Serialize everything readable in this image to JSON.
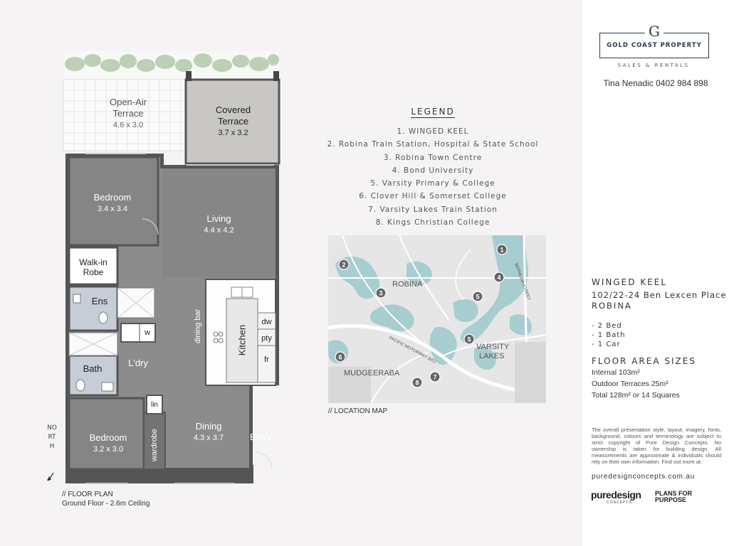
{
  "plan": {
    "rooms": {
      "open_air_terrace": {
        "name": "Open-Air\nTerrace",
        "dim": "4.6 x 3.0"
      },
      "covered_terrace": {
        "name": "Covered\nTerrace",
        "dim": "3.7 x 3.2"
      },
      "bedroom1": {
        "name": "Bedroom",
        "dim": "3.4 x 3.4"
      },
      "living": {
        "name": "Living",
        "dim": "4.4 x 4.2"
      },
      "walkin": {
        "name": "Walk-in\nRobe"
      },
      "ens": {
        "name": "Ens"
      },
      "dining_bar": {
        "name": "dining bar"
      },
      "kitchen": {
        "name": "Kitchen"
      },
      "dw": {
        "name": "dw"
      },
      "pty": {
        "name": "pty"
      },
      "fr": {
        "name": "fr"
      },
      "w": {
        "name": "w"
      },
      "bath": {
        "name": "Bath"
      },
      "ldry": {
        "name": "L'dry"
      },
      "lin": {
        "name": "lin"
      },
      "bedroom2": {
        "name": "Bedroom",
        "dim": "3.2 x 3.0"
      },
      "wardrobe": {
        "name": "wardrobe"
      },
      "dining": {
        "name": "Dining",
        "dim": "4.3 x 3.7"
      },
      "entry": {
        "name": "Entry"
      }
    },
    "north": "NORTH",
    "caption_title": "// FLOOR PLAN",
    "caption_sub": "Ground Floor - 2.6m Ceiling"
  },
  "legend": {
    "title": "LEGEND",
    "items": [
      "1. WINGED KEEL",
      "2. Robina Train Station, Hospital & State School",
      "3. Robina Town Centre",
      "4. Bond University",
      "5. Varsity Primary & College",
      "6. Clover Hill & Somerset College",
      "7. Varsity Lakes Train Station",
      "8. Kings Christian College"
    ]
  },
  "map": {
    "caption": "// LOCATION MAP",
    "labels": {
      "robina": "ROBINA",
      "varsity": "VARSITY\nLAKES",
      "mudgeeraba": "MUDGEERABA",
      "street": "BERMUDA STREET",
      "motorway": "PACIFIC MOTORWAY (M1)"
    },
    "markers": [
      "1",
      "2",
      "3",
      "4",
      "5",
      "5",
      "6",
      "7",
      "8"
    ],
    "colors": {
      "water": "#a8cdd0",
      "land": "#e6e6e6",
      "road": "#ffffff",
      "marker": "#666666"
    }
  },
  "sidebar": {
    "logo_letter": "G",
    "brand": "GOLD COAST PROPERTY",
    "brand_sub": "SALES & RENTALS",
    "agent": "Tina Nenadic  0402 984 898",
    "property_name": "WINGED KEEL",
    "address1": "102/22-24 Ben Lexcen Place",
    "address2": "ROBINA",
    "features": [
      "- 2 Bed",
      "- 1 Bath",
      "- 1 Car"
    ],
    "area_title": "FLOOR AREA SIZES",
    "area_lines": [
      "Internal 103m²",
      "Outdoor Terraces 25m²",
      "Total 128m² or 14 Squares"
    ],
    "disclaimer": "The overall presentation style, layout, imagery, fonts, background, colours and terminology are subject to strict copyright of Pure Design Concepts. No ownership is taken for building design. All measurements are approximate & individuals should rely on their own information. Find out more at:",
    "url": "puredesignconcepts.com.au",
    "logo1": "puredesign",
    "logo1_sub": "CONCEPTS",
    "logo2": "PLANS FOR\nPURPOSE"
  }
}
